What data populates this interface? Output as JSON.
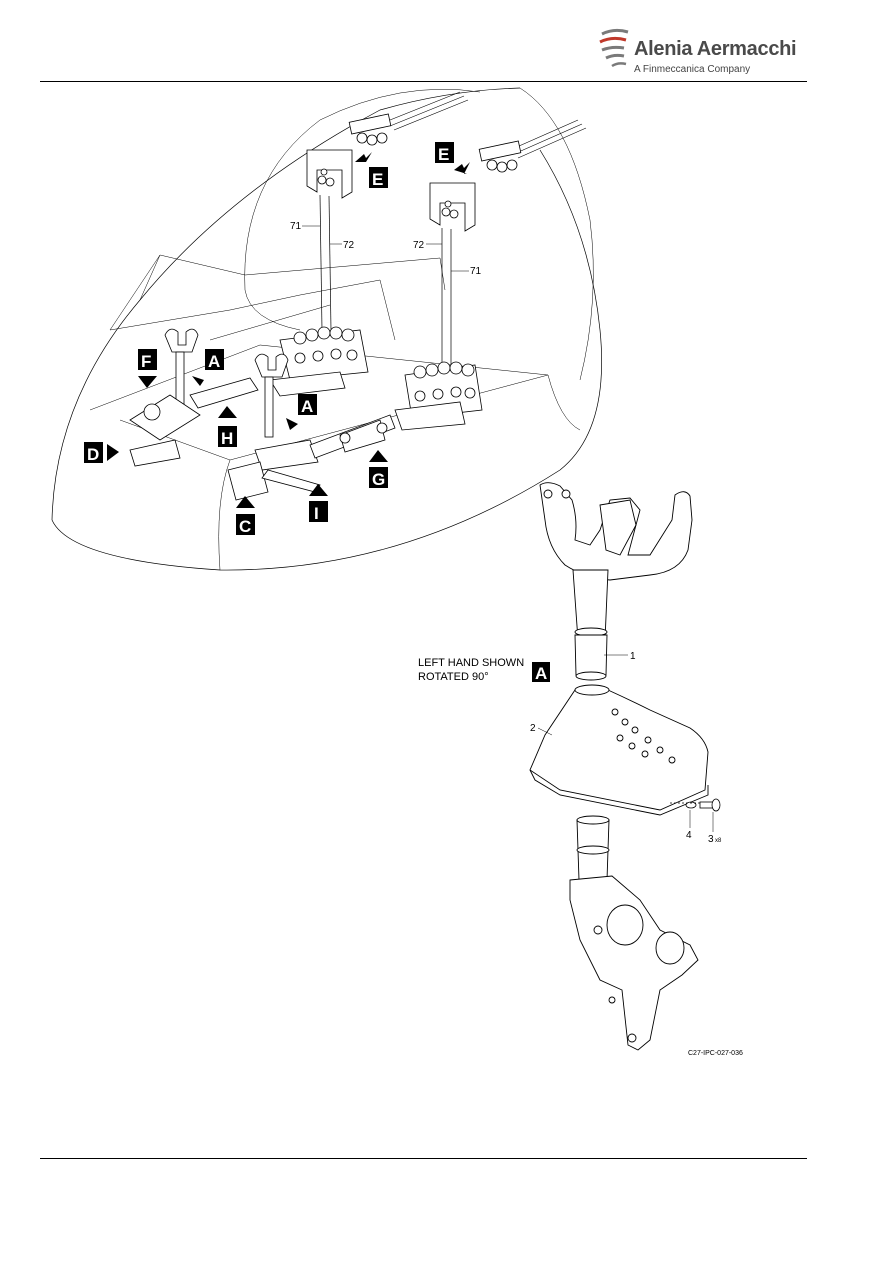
{
  "header": {
    "company_name": "Alenia Aermacchi",
    "company_tagline": "A Finmeccanica Company"
  },
  "figure": {
    "part_labels": {
      "upper_left_71": "71",
      "upper_left_72": "72",
      "upper_right_72": "72",
      "upper_right_71": "71",
      "item_1": "1",
      "item_2": "2",
      "item_4": "4",
      "item_3": "3",
      "item_3_qty": "x8"
    },
    "view_letters": {
      "e_left": "E",
      "e_right": "E",
      "f": "F",
      "a_upper": "A",
      "a_mid": "A",
      "h": "H",
      "d": "D",
      "g": "G",
      "c": "C",
      "i": "I",
      "a_detail": "A"
    },
    "detail_caption_line1": "LEFT HAND SHOWN",
    "detail_caption_line2": "ROTATED 90°",
    "reference_code": "C27-IPC-027-036"
  }
}
